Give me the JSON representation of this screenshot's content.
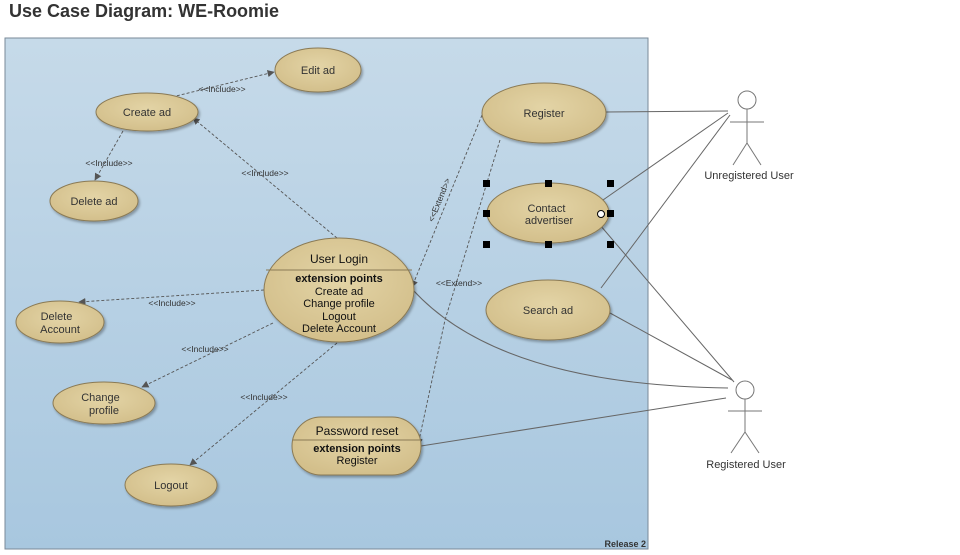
{
  "title": "Use Case Diagram: WE-Roomie",
  "boundary": {
    "label": "Release 2"
  },
  "use_cases": {
    "create_ad": "Create ad",
    "edit_ad": "Edit ad",
    "delete_ad": "Delete ad",
    "delete_account": "Delete\nAccount",
    "change_profile": "Change\nprofile",
    "logout": "Logout",
    "register": "Register",
    "contact_advertiser": "Contact\nadvertiser",
    "search_ad": "Search ad",
    "user_login": {
      "name": "User Login",
      "ep_title": "extension points",
      "ep_items": [
        "Create ad",
        "Change profile",
        "Logout",
        "Delete Account"
      ]
    },
    "password_reset": {
      "name": "Password reset",
      "ep_title": "extension points",
      "ep_items": [
        "Register"
      ]
    }
  },
  "relations": {
    "include": "<<Include>>",
    "extend": "<<Extend>>"
  },
  "actors": {
    "unregistered": "Unregistered User",
    "registered": "Registered User"
  },
  "colors": {
    "boundary_top": "#c5d9e8",
    "boundary_bottom": "#a9c8df",
    "usecase_fill": "#d9c796",
    "usecase_stroke": "#8a7a55"
  }
}
